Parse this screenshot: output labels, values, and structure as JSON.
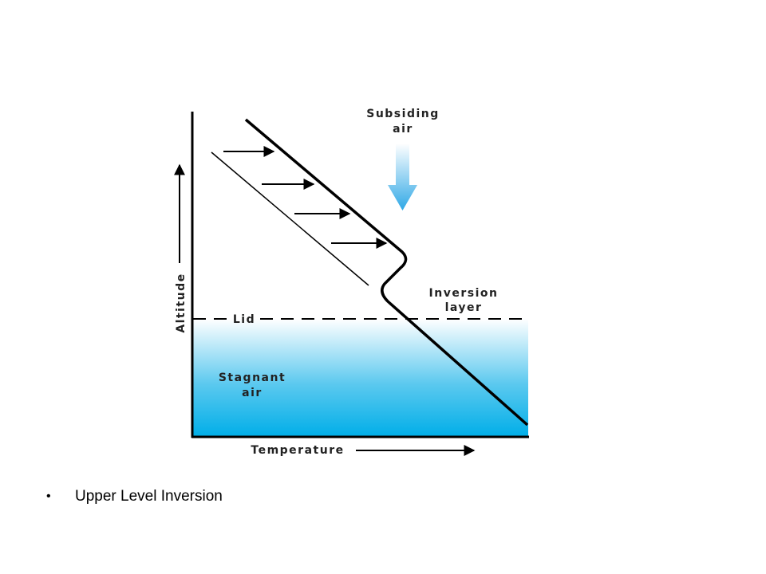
{
  "diagram": {
    "labels": {
      "subsiding_line1": "Subsiding",
      "subsiding_line2": "air",
      "inversion_line1": "Inversion",
      "inversion_line2": "layer",
      "lid": "Lid",
      "stagnant_line1": "Stagnant",
      "stagnant_line2": "air",
      "altitude": "Altitude",
      "temperature": "Temperature"
    },
    "colors": {
      "stagnant_top": "#ffffff",
      "stagnant_bottom": "#00aee8",
      "arrow_gradient_top": "#ffffff",
      "arrow_gradient_bottom": "#2fa8e6",
      "line": "#000000"
    }
  },
  "caption": {
    "bullet": "•",
    "text": "Upper Level Inversion"
  }
}
